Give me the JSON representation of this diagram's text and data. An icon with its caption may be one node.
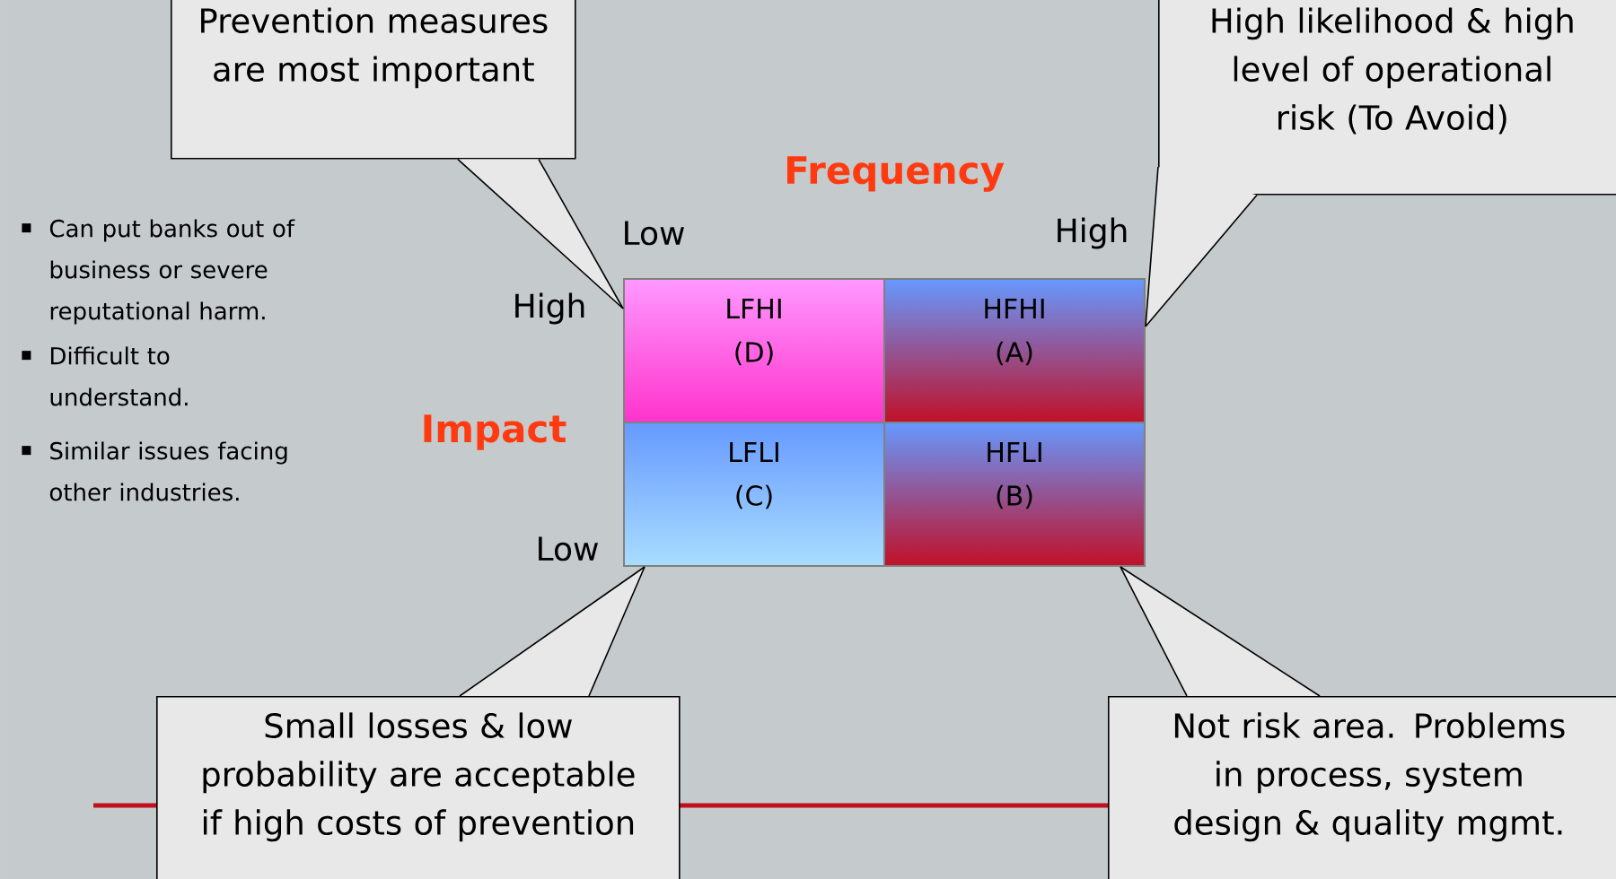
{
  "diagram": {
    "nodes": [
      {
        "text": [
          "Prevention measures are most important"
        ]
      },
      {
        "text": [
          "High likelihood & high level of operational risk (To Avoid)"
        ]
      },
      {
        "text": [
          "LFHI",
          "(D)"
        ]
      },
      {
        "text": [
          "HFHI",
          "(A)"
        ]
      },
      {
        "text": [
          "LFLI",
          "(C)"
        ]
      },
      {
        "text": [
          "HFLI",
          "(B)"
        ]
      },
      {
        "text": [
          "Small losses & low probability are acceptable if high costs of prevention"
        ]
      },
      {
        "text": [
          "Not risk area. Problems in process, system design & quality mgmt."
        ]
      }
    ],
    "edges": [
      {
        "from": 0,
        "to": 2,
        "arrow": "none"
      },
      {
        "from": 1,
        "to": 3,
        "arrow": "none"
      },
      {
        "from": 6,
        "to": 4,
        "arrow": "none"
      },
      {
        "from": 7,
        "to": 5,
        "arrow": "none"
      }
    ],
    "labels": [
      "Can put banks out of business or severe reputational harm.",
      "Difficult to understand.",
      "Similar issues facing other industries.",
      "Frequency",
      "Low",
      "High",
      "High",
      "Impact",
      "Low"
    ]
  }
}
